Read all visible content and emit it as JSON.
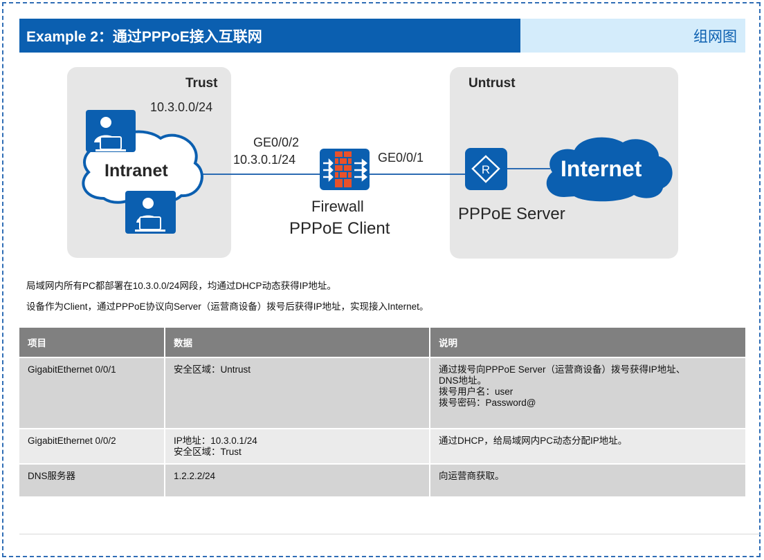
{
  "header": {
    "title": "Example 2：通过PPPoE接入互联网",
    "tag": "组网图"
  },
  "diagram": {
    "trust_zone": {
      "label": "Trust",
      "subnet": "10.3.0.0/24"
    },
    "untrust_zone": {
      "label": "Untrust"
    },
    "intranet_label": "Intranet",
    "internet_label": "Internet",
    "firewall_if_inner": {
      "name": "GE0/0/2",
      "ip": "10.3.0.1/24"
    },
    "firewall_if_outer": {
      "name": "GE0/0/1"
    },
    "firewall_label": "Firewall",
    "firewall_role": "PPPoE Client",
    "router_badge": "R",
    "server_label": "PPPoE Server",
    "colors": {
      "device_blue": "#0b5fb0",
      "cloud_blue": "#0b5fb0",
      "firewall_brick": "#e8512a"
    }
  },
  "description": [
    "局域网内所有PC都部署在10.3.0.0/24网段，均通过DHCP动态获得IP地址。",
    "设备作为Client，通过PPPoE协议向Server（运营商设备）拨号后获得IP地址，实现接入Internet。"
  ],
  "table": {
    "headers": [
      "项目",
      "数据",
      "说明"
    ],
    "rows": [
      {
        "item": "GigabitEthernet  0/0/1",
        "data": [
          "安全区域：Untrust"
        ],
        "desc": [
          "通过拨号向PPPoE Server（运营商设备）拨号获得IP地址、",
          "DNS地址。",
          "拨号用户名：user",
          "拨号密码：Password@"
        ]
      },
      {
        "item": "GigabitEthernet  0/0/2",
        "data": [
          "IP地址：10.3.0.1/24",
          "安全区域：Trust"
        ],
        "desc": [
          "通过DHCP，给局域网内PC动态分配IP地址。"
        ]
      },
      {
        "item": "DNS服务器",
        "data": [
          "1.2.2.2/24"
        ],
        "desc": [
          "向运营商获取。"
        ]
      }
    ]
  }
}
